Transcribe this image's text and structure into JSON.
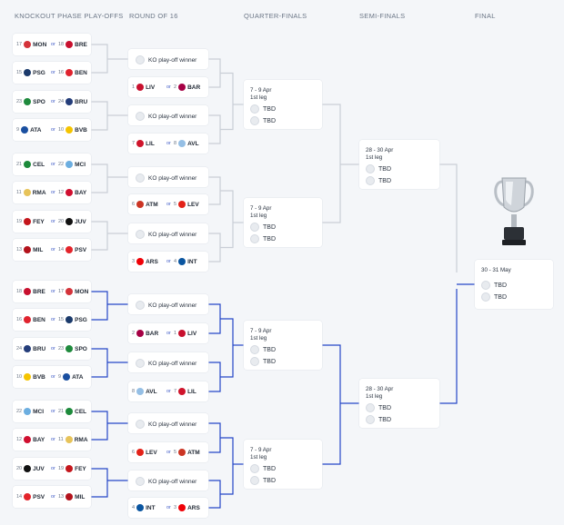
{
  "headers": {
    "ko": "KNOCKOUT PHASE PLAY-OFFS",
    "r16": "ROUND OF 16",
    "qf": "QUARTER-FINALS",
    "sf": "SEMI-FINALS",
    "final": "FINAL"
  },
  "or_label": "or",
  "ko_winner_label": "KO play-off winner",
  "tbd_label": "TBD",
  "qf_date": "7 - 9 Apr",
  "sf_date": "28 - 30 Apr",
  "leg_label": "1st leg",
  "final_date": "30 - 31 May",
  "colors": {
    "bracket_top": "#c9ced6",
    "bracket_bottom": "#2446c7",
    "card": "#ffffff",
    "background": "#f4f6f9"
  },
  "ko_pairs": [
    {
      "a": {
        "seed": "17",
        "name": "MON"
      },
      "b": {
        "seed": "18",
        "name": "BRE"
      }
    },
    {
      "a": {
        "seed": "15",
        "name": "PSG"
      },
      "b": {
        "seed": "16",
        "name": "BEN"
      }
    },
    {
      "a": {
        "seed": "23",
        "name": "SPO"
      },
      "b": {
        "seed": "24",
        "name": "BRU"
      }
    },
    {
      "a": {
        "seed": "9",
        "name": "ATA"
      },
      "b": {
        "seed": "10",
        "name": "BVB"
      }
    },
    {
      "a": {
        "seed": "21",
        "name": "CEL"
      },
      "b": {
        "seed": "22",
        "name": "MCI"
      }
    },
    {
      "a": {
        "seed": "11",
        "name": "RMA"
      },
      "b": {
        "seed": "12",
        "name": "BAY"
      }
    },
    {
      "a": {
        "seed": "19",
        "name": "FEY"
      },
      "b": {
        "seed": "20",
        "name": "JUV"
      }
    },
    {
      "a": {
        "seed": "13",
        "name": "MIL"
      },
      "b": {
        "seed": "14",
        "name": "PSV"
      }
    },
    {
      "a": {
        "seed": "18",
        "name": "BRE"
      },
      "b": {
        "seed": "17",
        "name": "MON"
      }
    },
    {
      "a": {
        "seed": "16",
        "name": "BEN"
      },
      "b": {
        "seed": "15",
        "name": "PSG"
      }
    },
    {
      "a": {
        "seed": "24",
        "name": "BRU"
      },
      "b": {
        "seed": "23",
        "name": "SPO"
      }
    },
    {
      "a": {
        "seed": "10",
        "name": "BVB"
      },
      "b": {
        "seed": "9",
        "name": "ATA"
      }
    },
    {
      "a": {
        "seed": "22",
        "name": "MCI"
      },
      "b": {
        "seed": "21",
        "name": "CEL"
      }
    },
    {
      "a": {
        "seed": "12",
        "name": "BAY"
      },
      "b": {
        "seed": "11",
        "name": "RMA"
      }
    },
    {
      "a": {
        "seed": "20",
        "name": "JUV"
      },
      "b": {
        "seed": "19",
        "name": "FEY"
      }
    },
    {
      "a": {
        "seed": "14",
        "name": "PSV"
      },
      "b": {
        "seed": "13",
        "name": "MIL"
      }
    }
  ],
  "r16_pairs": [
    {
      "a": {
        "seed": "1",
        "name": "LIV"
      },
      "b": {
        "seed": "2",
        "name": "BAR"
      }
    },
    {
      "a": {
        "seed": "7",
        "name": "LIL"
      },
      "b": {
        "seed": "8",
        "name": "AVL"
      }
    },
    {
      "a": {
        "seed": "6",
        "name": "ATM"
      },
      "b": {
        "seed": "5",
        "name": "LEV"
      }
    },
    {
      "a": {
        "seed": "3",
        "name": "ARS"
      },
      "b": {
        "seed": "4",
        "name": "INT"
      }
    },
    {
      "a": {
        "seed": "2",
        "name": "BAR"
      },
      "b": {
        "seed": "1",
        "name": "LIV"
      }
    },
    {
      "a": {
        "seed": "8",
        "name": "AVL"
      },
      "b": {
        "seed": "7",
        "name": "LIL"
      }
    },
    {
      "a": {
        "seed": "6",
        "name": "LEV"
      },
      "b": {
        "seed": "5",
        "name": "ATM"
      }
    },
    {
      "a": {
        "seed": "4",
        "name": "INT"
      },
      "b": {
        "seed": "3",
        "name": "ARS"
      }
    }
  ],
  "team_colors": {
    "MON": "#d4333a",
    "BRE": "#c8102e",
    "PSG": "#1b3a6b",
    "BEN": "#e0232e",
    "SPO": "#1f8a3d",
    "BRU": "#243d7a",
    "ATA": "#1a4fa0",
    "BVB": "#f5c400",
    "CEL": "#1d8a3b",
    "MCI": "#6caee0",
    "RMA": "#e7c35a",
    "BAY": "#d00f2f",
    "FEY": "#c4161c",
    "JUV": "#111111",
    "MIL": "#b3121b",
    "PSV": "#e3242b",
    "LIV": "#c8102e",
    "BAR": "#a50044",
    "LIL": "#cf142b",
    "AVL": "#95bfe5",
    "ATM": "#cb3524",
    "LEV": "#e32219",
    "ARS": "#ef0107",
    "INT": "#0a55a0"
  }
}
